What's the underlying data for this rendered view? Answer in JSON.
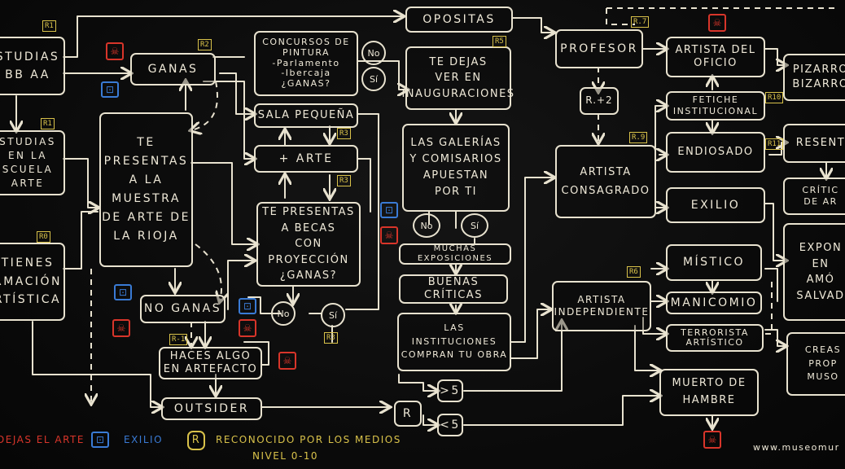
{
  "nodes": {
    "estudias_bbaa": "STUDIAS\nBB AA",
    "estudias_escuela": "STUDIAS\nEN LA\nSCUELA\nARTE",
    "tienes_formacion": "TIENES\nRMACIÓN\nRTÍSTICA",
    "ganas": "GANAS",
    "te_presentas_muestra": "TE\nPRESENTAS\nA LA\nMUESTRA\nDE ARTE DE\nLA RIOJA",
    "no_ganas": "NO GANAS",
    "haces_algo": "HACES ALGO\nEN ARTEFACTO",
    "outsider": "OUTSIDER",
    "concursos": "CONCURSOS DE\nPINTURA\n-Parlamento\n-Ibercaja\n¿GANAS?",
    "sala_pequena": "SALA PEQUEÑA",
    "mas_arte": "+ ARTE",
    "te_presentas_becas": "TE PRESENTAS\nA BECAS\nCON PROYECCIÓN\n¿GANAS?",
    "opositas": "OPOSITAS",
    "te_dejas_ver": "TE DEJAS\nVER EN\nINAUGURACIONES",
    "galerias": "LAS GALERÍAS\nY COMISARIOS\nAPUESTAN\nPOR TI",
    "muchas_exposiciones": "MUCHAS EXPOSICIONES",
    "buenas_criticas": "BUENAS CRÍTICAS",
    "instituciones": "LAS\nINSTITUCIONES\nCOMPRAN TU OBRA",
    "r_node": "R",
    "mas5": ">5",
    "menos5": "<5",
    "profesor": "PROFESOR",
    "r_plus2": "R.+2",
    "artista_consagrado": "ARTISTA\nCONSAGRADO",
    "artista_independiente": "ARTISTA\nINDEPENDIENTE",
    "artista_oficio": "ARTISTA DEL\nOFICIO",
    "fetiche": "FETICHE\nINSTITUCIONAL",
    "endiosado": "ENDIOSADO",
    "exilio": "EXILIO",
    "mistico": "MÍSTICO",
    "manicomio": "MANICOMIO",
    "terrorista": "TERRORISTA\nARTÍSTICO",
    "muerto": "MUERTO DE\nHAMBRE",
    "pizarro": "PIZARRO\nBIZARRO",
    "resent": "RESENT",
    "criticas_arte": "CRÍTIC\nDE AR",
    "expon": "EXPON\nEN\nAMÓ\nSALVAD",
    "creas": "CREAS\nPROP\nMUSO"
  },
  "decisions": {
    "no": "No",
    "si": "Sí"
  },
  "tags": {
    "r0": "R0",
    "r1a": "R1",
    "r1b": "R1",
    "r2": "R2",
    "r3a": "R3",
    "r3b": "R3",
    "r3c": "R3",
    "r5": "R5",
    "r_1": "R-1",
    "r6": "R6",
    "r7": "R.7",
    "r9": "R.9",
    "r10": "R10",
    "r11": "R11"
  },
  "legend": {
    "dejas_arte": "DEJAS EL ARTE",
    "exilio": "EXILIO",
    "r_box": "R",
    "reconocido": "RECONOCIDO POR LOS MEDIOS",
    "nivel": "NIVEL 0-10",
    "website": "www.museomur"
  },
  "colors": {
    "chalk": "#e8e2cf",
    "red": "#d8352a",
    "blue": "#3a7bd5",
    "yellow": "#d9c24a"
  }
}
